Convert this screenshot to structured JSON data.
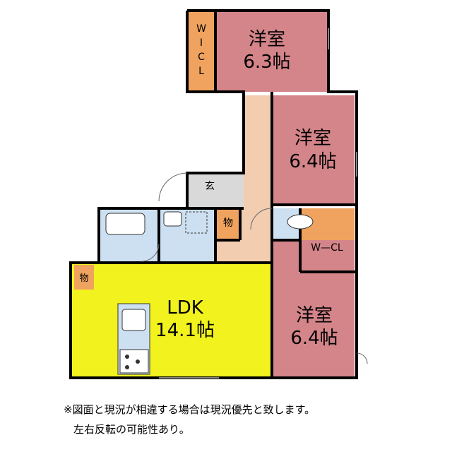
{
  "floor_plan": {
    "colors": {
      "western_room": "#d4858a",
      "ldk": "#f2f21e",
      "storage": "#f0a35e",
      "hallway": "#f2cdb0",
      "wet_area": "#cde0f2",
      "entrance": "#d9d9d9",
      "wall": "#000000"
    },
    "rooms": {
      "western_room_1": {
        "name": "洋室",
        "size": "6.3帖"
      },
      "western_room_2": {
        "name": "洋室",
        "size": "6.4帖"
      },
      "western_room_3": {
        "name": "洋室",
        "size": "6.4帖"
      },
      "ldk": {
        "name": "LDK",
        "size": "14.1帖"
      },
      "walk_in_closet_top": {
        "label": "W\nI\nC\nL",
        "chars": [
          "W",
          "I",
          "C",
          "L"
        ]
      },
      "walk_in_closet_right": {
        "label": "W—CL"
      },
      "entrance": {
        "label": "玄"
      },
      "storage_hall": {
        "label": "物"
      },
      "storage_ldk": {
        "label": "物"
      }
    },
    "notes": {
      "line1": "※図面と現況が相違する場合は現況優先と致します。",
      "line2": "左右反転の可能性あり。"
    }
  }
}
